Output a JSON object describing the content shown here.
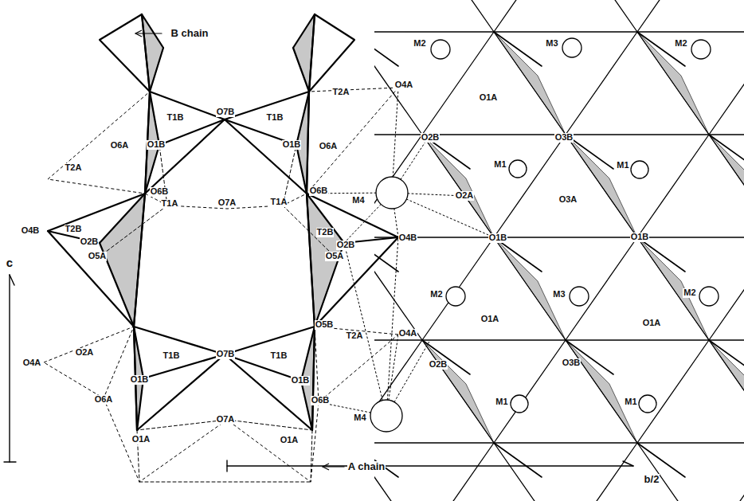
{
  "diagram": {
    "labels": [
      "B chain",
      "T2A",
      "T1B",
      "O7B",
      "T1B",
      "T2A",
      "O4A",
      "O6A",
      "O1B",
      "O1B",
      "O6A",
      "M4",
      "O6B",
      "T1A",
      "O7A",
      "T1A",
      "O6B",
      "O4B",
      "T2B",
      "O2B",
      "O5A",
      "T2B",
      "O2B",
      "O5A",
      "O4B",
      "O4A",
      "O2A",
      "O5B",
      "T2A",
      "O4A",
      "T1B",
      "O7B",
      "T1B",
      "O1B",
      "O1B",
      "O6A",
      "O6B",
      "O7A",
      "O1A",
      "O1A",
      "A chain",
      "M4",
      "c",
      "b/2",
      "M2",
      "M3",
      "M2",
      "O1A",
      "O2B",
      "O3B",
      "M1",
      "M1",
      "O3A",
      "O2A",
      "O1B",
      "O1B",
      "M2",
      "M3",
      "M2",
      "O1A",
      "O1A",
      "O2B",
      "O3B",
      "M1",
      "M1"
    ]
  }
}
